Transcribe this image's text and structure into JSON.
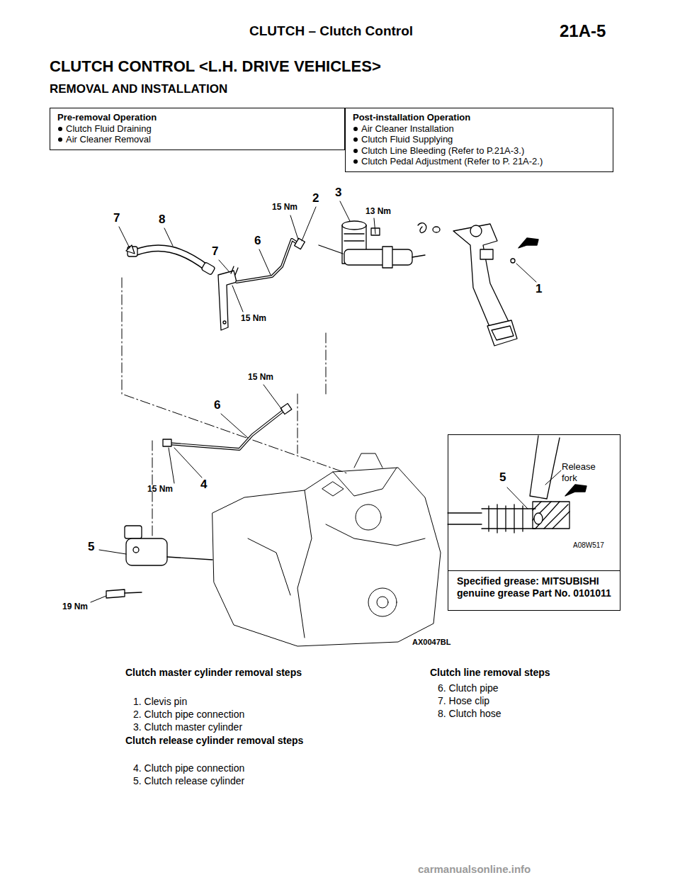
{
  "diagram": {
    "title": "CLUTCH CONTROL <L.H. DRIVE VEHICLES>",
    "nodes": [
      {
        "text": [
          "Pre-removal Operation",
          "Clutch Fluid Draining",
          "Air Cleaner Removal"
        ]
      },
      {
        "text": [
          "Post-installation Operation",
          "Air Cleaner Installation",
          "Clutch Fluid Supplying",
          "Clutch Line Bleeding (Refer to P.21A-3.)",
          "Clutch Pedal Adjustment (Refer to P. 21A-2.)"
        ]
      },
      {
        "text": [
          "5",
          "Release fork",
          "A08W517",
          "Specified grease: MITSUBISHI genuine grease Part No. 0101011"
        ]
      }
    ],
    "labels": [
      "CLUTCH – Clutch Control",
      "21A-5",
      "REMOVAL AND INSTALLATION",
      "7",
      "8",
      "15 Nm",
      "2",
      "3",
      "13 Nm",
      "7",
      "6",
      "15 Nm",
      "1",
      "15 Nm",
      "6",
      "15 Nm",
      "4",
      "5",
      "19 Nm",
      "AX0047BL",
      "Clutch master cylinder removal steps",
      "1. Clevis pin",
      "2. Clutch pipe connection",
      "3. Clutch master cylinder",
      "Clutch release cylinder removal steps",
      "4. Clutch pipe connection",
      "5. Clutch release cylinder",
      "Clutch line removal steps",
      "6. Clutch pipe",
      "7. Hose clip",
      "8. Clutch hose",
      "carmanualsonline.info"
    ]
  }
}
